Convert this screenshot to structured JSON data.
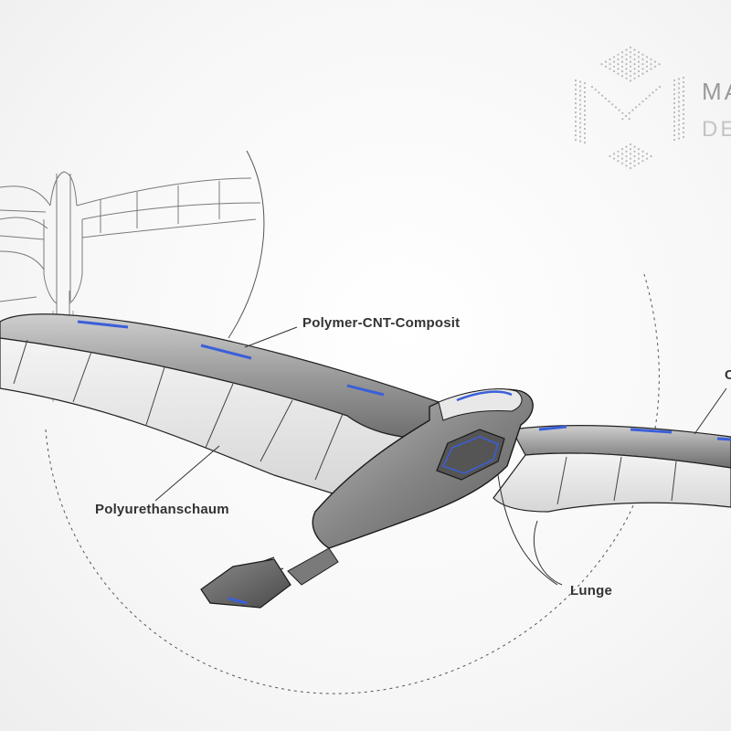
{
  "labels": {
    "polymer": "Polymer-CNT-Composit",
    "foam": "Polyurethanschaum",
    "lung": "Lunge",
    "cut_right": "C"
  },
  "logo": {
    "line1": "MA",
    "line2": "DE"
  },
  "colors": {
    "accent_blue": "#3b5fd9",
    "body_gray": "#8e8e8e",
    "line": "#222222"
  }
}
